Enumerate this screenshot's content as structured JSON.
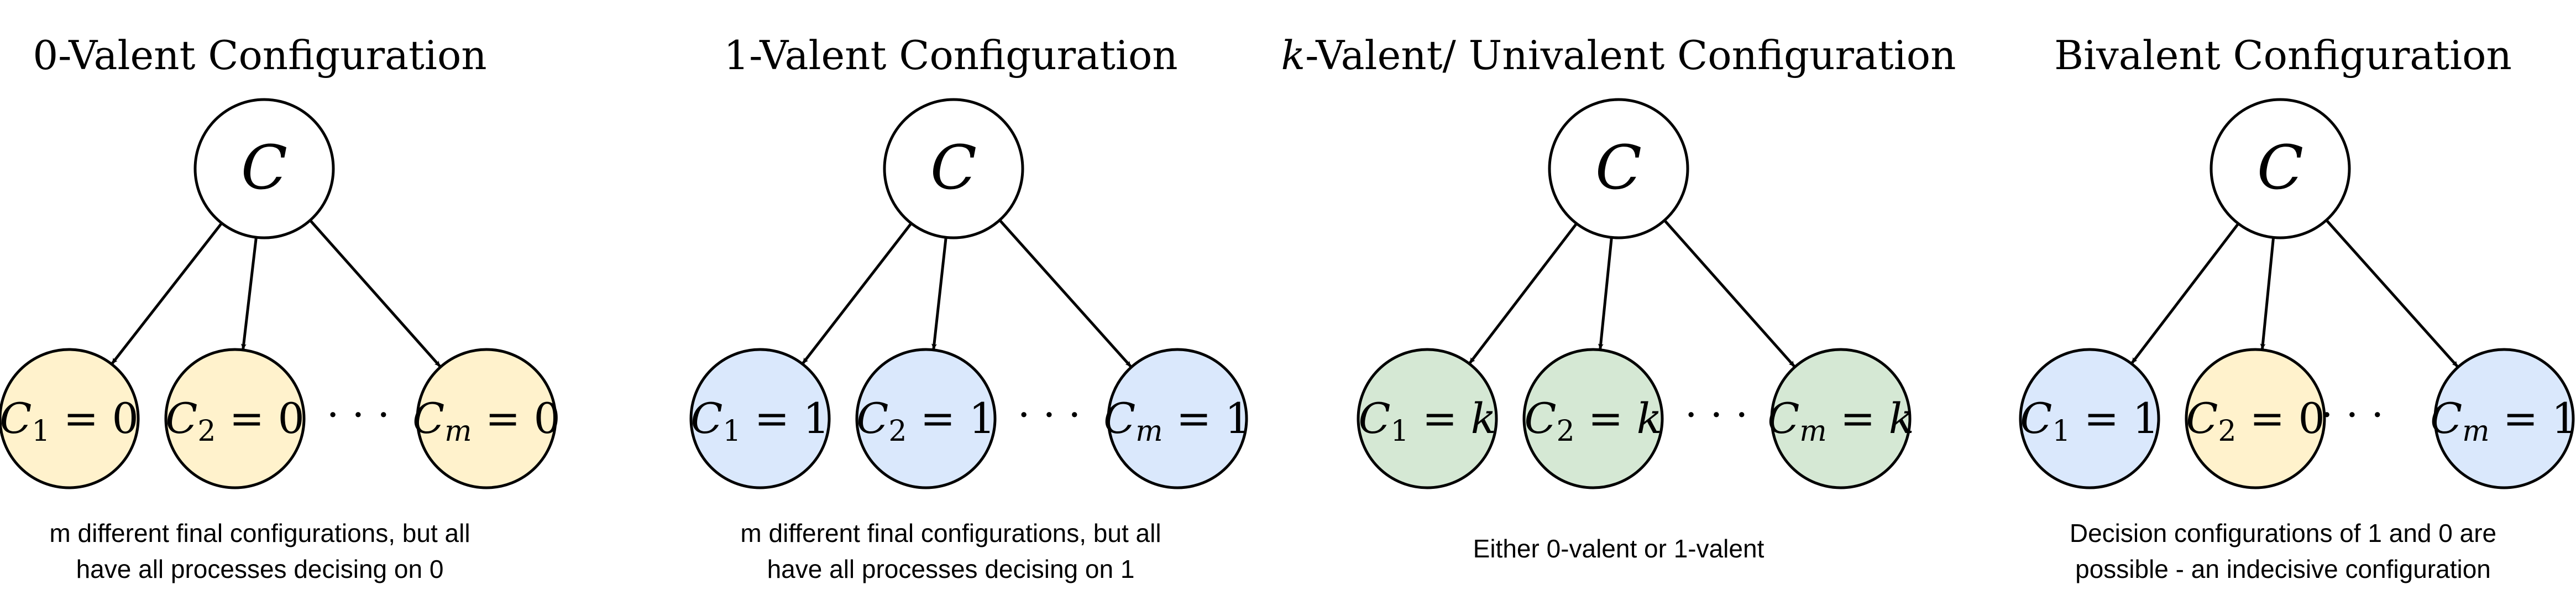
{
  "panels": [
    {
      "title_prefix": "",
      "title_text": "0-Valent Configuration",
      "root": "C",
      "children": [
        {
          "var": "C",
          "sub": "1",
          "val": "0",
          "fill": "#fff2cc"
        },
        {
          "var": "C",
          "sub": "2",
          "val": "0",
          "fill": "#fff2cc"
        },
        {
          "var": "C",
          "sub": "m",
          "val": "0",
          "fill": "#fff2cc"
        }
      ],
      "ellipsis": "· · ·",
      "caption_lines": [
        "m different final configurations, but all",
        "have all processes decising on 0"
      ]
    },
    {
      "title_prefix": "",
      "title_text": "1-Valent Configuration",
      "root": "C",
      "children": [
        {
          "var": "C",
          "sub": "1",
          "val": "1",
          "fill": "#dae8fc"
        },
        {
          "var": "C",
          "sub": "2",
          "val": "1",
          "fill": "#dae8fc"
        },
        {
          "var": "C",
          "sub": "m",
          "val": "1",
          "fill": "#dae8fc"
        }
      ],
      "ellipsis": "· · ·",
      "caption_lines": [
        "m different final configurations, but all",
        "have all processes decising on 1"
      ]
    },
    {
      "title_prefix": "k",
      "title_text": "-Valent/ Univalent Configuration",
      "root": "C",
      "children": [
        {
          "var": "C",
          "sub": "1",
          "val": "k",
          "fill": "#d5e8d4",
          "val_italic": true
        },
        {
          "var": "C",
          "sub": "2",
          "val": "k",
          "fill": "#d5e8d4",
          "val_italic": true
        },
        {
          "var": "C",
          "sub": "m",
          "val": "k",
          "fill": "#d5e8d4",
          "val_italic": true
        }
      ],
      "ellipsis": "· · ·",
      "caption_lines": [
        "Either 0-valent or 1-valent"
      ]
    },
    {
      "title_prefix": "",
      "title_text": "Bivalent Configuration",
      "root": "C",
      "children": [
        {
          "var": "C",
          "sub": "1",
          "val": "1",
          "fill": "#dae8fc"
        },
        {
          "var": "C",
          "sub": "2",
          "val": "0",
          "fill": "#fff2cc"
        },
        {
          "var": "C",
          "sub": "m",
          "val": "1",
          "fill": "#dae8fc"
        }
      ],
      "ellipsis": "· · ·",
      "caption_lines": [
        "Decision configurations of 1 and 0 are",
        "possible - an indecisive configuration"
      ]
    }
  ]
}
